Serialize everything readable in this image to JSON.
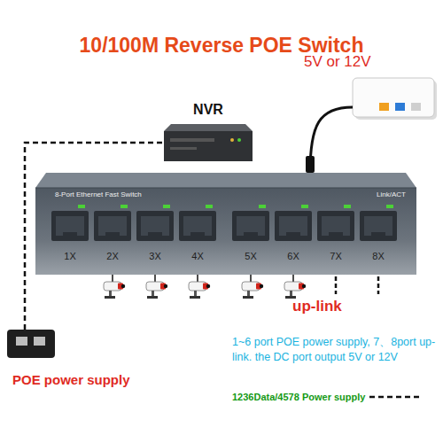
{
  "diagram": {
    "title": "10/100M Reverse POE Switch",
    "nodes": [
      {
        "text": [
          "NVR"
        ]
      },
      {
        "text": [
          "5V or 12V"
        ]
      },
      {
        "text": [
          "8-Port Ethernet Fast Switch",
          "Link/ACT"
        ]
      },
      {
        "text": [
          "POE power supply"
        ]
      }
    ],
    "edges": [
      {
        "from": 3,
        "to": 0,
        "arrow": "none"
      },
      {
        "from": 1,
        "to": 2,
        "arrow": "none"
      }
    ],
    "labels": [
      "1X",
      "2X",
      "3X",
      "4X",
      "5X",
      "6X",
      "7X",
      "8X",
      "up-link",
      "1~6 port POE power supply, 7、8port up-link. the DC port output 5V or 12V"
    ],
    "legend": [
      {
        "text": "1236Data/4578 Power supply"
      }
    ]
  }
}
